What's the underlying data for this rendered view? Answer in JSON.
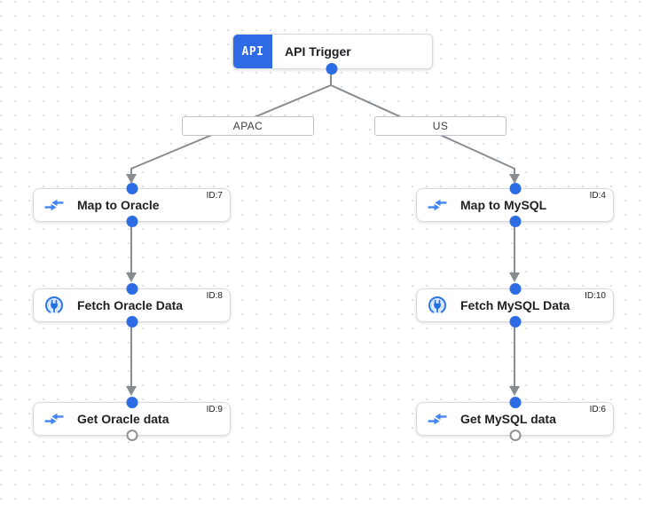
{
  "colors": {
    "edge": "#878c91",
    "dot": "#2c6ce5",
    "api_blue": "#2d6ae3",
    "icon_blue": "#4285f4",
    "node_border": "#d8dade"
  },
  "trigger": {
    "title": "API Trigger",
    "icon_label": "API"
  },
  "branches": [
    {
      "label": "APAC"
    },
    {
      "label": "US"
    }
  ],
  "nodes": [
    {
      "title": "Map to Oracle",
      "id": "ID:7",
      "icon": "data-mapping-icon"
    },
    {
      "title": "Fetch Oracle Data",
      "id": "ID:8",
      "icon": "connector-icon"
    },
    {
      "title": "Get Oracle data",
      "id": "ID:9",
      "icon": "data-mapping-icon"
    },
    {
      "title": "Map to MySQL",
      "id": "ID:4",
      "icon": "data-mapping-icon"
    },
    {
      "title": "Fetch MySQL Data",
      "id": "ID:10",
      "icon": "connector-icon"
    },
    {
      "title": "Get MySQL data",
      "id": "ID:6",
      "icon": "data-mapping-icon"
    }
  ]
}
